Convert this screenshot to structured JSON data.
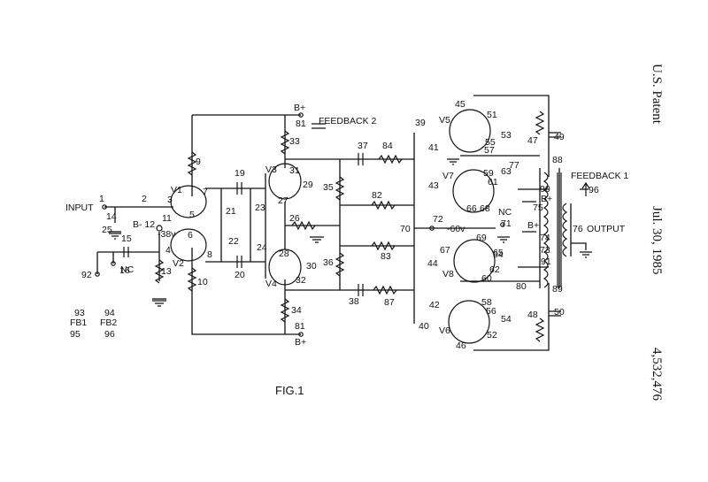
{
  "header": {
    "patent": "U.S. Patent",
    "date": "Jul. 30, 1985",
    "number": "4,532,476"
  },
  "figure": {
    "caption": "FIG.1"
  },
  "labels": {
    "input": "INPUT",
    "feedback1": "FEEDBACK 1",
    "feedback2": "FEEDBACK 2",
    "output": "OUTPUT",
    "bplus": "B+",
    "bminus": "B- 12",
    "minus38": "-38v",
    "minus60": "-60v",
    "nc": "NC",
    "fb1": "FB1",
    "fb2": "FB2",
    "tubes": [
      "V1",
      "V2",
      "V3",
      "V4",
      "V5",
      "V6",
      "V7",
      "V8"
    ]
  },
  "refs": [
    "1",
    "2",
    "3",
    "4",
    "5",
    "6",
    "7",
    "8",
    "9",
    "10",
    "11",
    "13",
    "14",
    "15",
    "16",
    "19",
    "20",
    "21",
    "22",
    "23",
    "24",
    "25",
    "26",
    "27",
    "28",
    "29",
    "30",
    "31",
    "32",
    "33",
    "34",
    "35",
    "36",
    "37",
    "38",
    "39",
    "40",
    "41",
    "42",
    "43",
    "44",
    "45",
    "46",
    "47",
    "48",
    "49",
    "50",
    "51",
    "52",
    "53",
    "54",
    "55",
    "56",
    "57",
    "58",
    "59",
    "60",
    "61",
    "62",
    "63",
    "64",
    "65",
    "66",
    "67",
    "68",
    "69",
    "70",
    "71",
    "72",
    "73",
    "74",
    "75",
    "76",
    "77",
    "80",
    "81",
    "82",
    "83",
    "84",
    "87",
    "88",
    "89",
    "90",
    "91",
    "92",
    "93",
    "94",
    "95",
    "96"
  ]
}
